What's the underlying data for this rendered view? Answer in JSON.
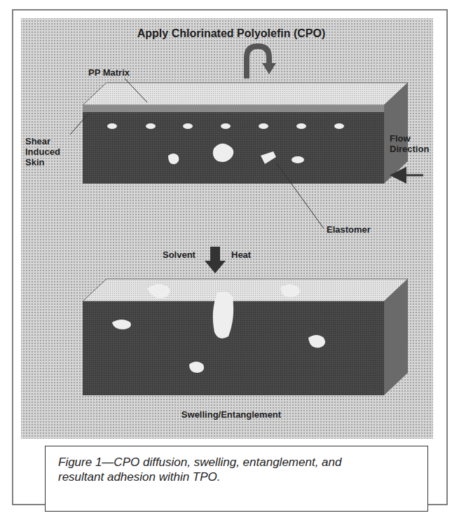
{
  "diagram": {
    "title": "Apply Chlorinated Polyolefin (CPO)",
    "caption": "Figure 1—CPO diffusion, swelling, entanglement, and resultant adhesion within TPO.",
    "labels": [
      "PP Matrix",
      "Shear Induced Skin",
      "Flow Direction",
      "Elastomer",
      "Solvent",
      "Heat",
      "Swelling/Entanglement"
    ]
  }
}
